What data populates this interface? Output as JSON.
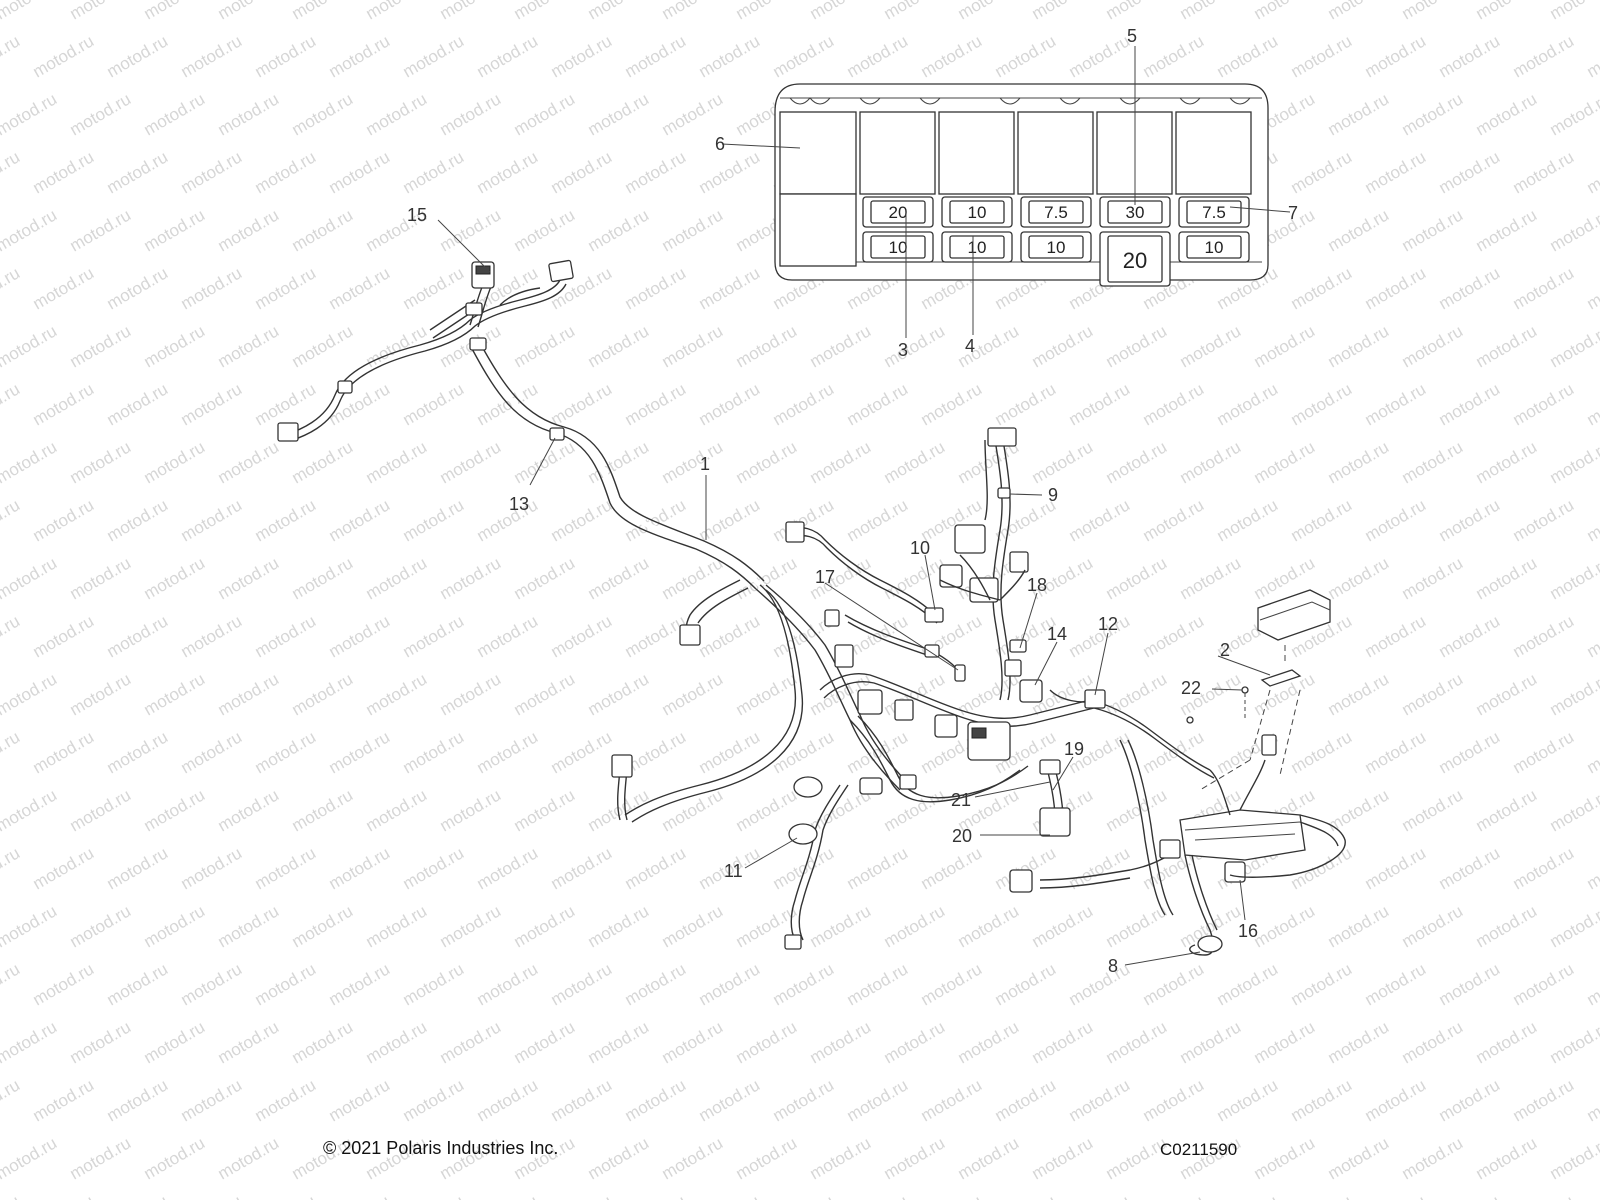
{
  "watermark": "motod.ru",
  "fuse_box": {
    "top_row": [
      "20",
      "10",
      "7.5",
      "30",
      "7.5"
    ],
    "bottom_row": [
      "10",
      "10",
      "10",
      "20",
      "10"
    ]
  },
  "callouts": [
    {
      "id": "1",
      "text": "1"
    },
    {
      "id": "2",
      "text": "2"
    },
    {
      "id": "3",
      "text": "3"
    },
    {
      "id": "4",
      "text": "4"
    },
    {
      "id": "5",
      "text": "5"
    },
    {
      "id": "6",
      "text": "6"
    },
    {
      "id": "7",
      "text": "7"
    },
    {
      "id": "8",
      "text": "8"
    },
    {
      "id": "9",
      "text": "9"
    },
    {
      "id": "10",
      "text": "10"
    },
    {
      "id": "11",
      "text": "11"
    },
    {
      "id": "12",
      "text": "12"
    },
    {
      "id": "13",
      "text": "13"
    },
    {
      "id": "14",
      "text": "14"
    },
    {
      "id": "15",
      "text": "15"
    },
    {
      "id": "16",
      "text": "16"
    },
    {
      "id": "17",
      "text": "17"
    },
    {
      "id": "18",
      "text": "18"
    },
    {
      "id": "19",
      "text": "19"
    },
    {
      "id": "20",
      "text": "20"
    },
    {
      "id": "21",
      "text": "21"
    },
    {
      "id": "22",
      "text": "22"
    }
  ],
  "footer": {
    "copyright": "© 2021 Polaris Industries Inc.",
    "figure_code": "C0211590"
  }
}
